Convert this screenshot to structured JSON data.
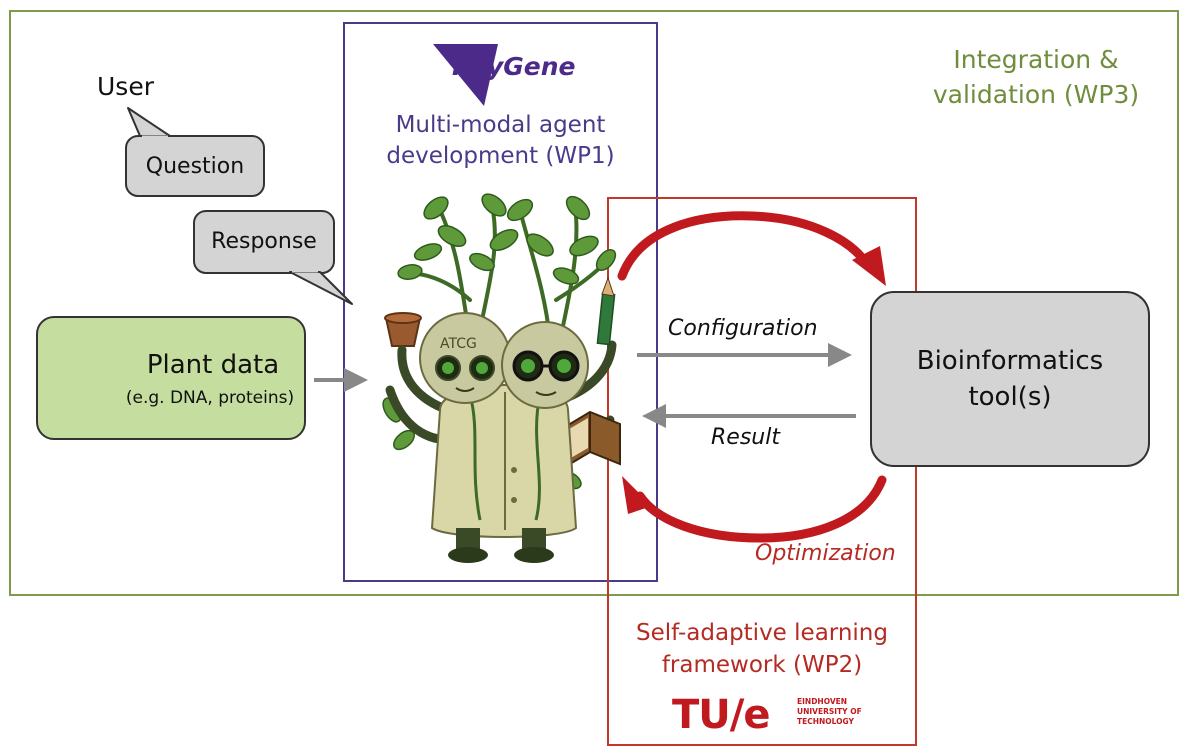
{
  "labels": {
    "wp3": "Integration & validation (WP3)",
    "wp1": "Multi-modal agent development (WP1)",
    "wp2": "Self-adaptive learning framework (WP2)",
    "user": "User",
    "question": "Question",
    "response": "Response",
    "plant_title": "Plant data",
    "plant_sub": "(e.g. DNA, proteins)",
    "bio": "Bioinformatics tool(s)",
    "configuration": "Configuration",
    "result": "Result",
    "optimization": "Optimization",
    "agent_text": "ATCG"
  },
  "logos": {
    "keygene": "KeyGene",
    "tue_main": "TU/e",
    "tue_sub": [
      "EINDHOVEN",
      "UNIVERSITY OF",
      "TECHNOLOGY"
    ]
  },
  "colors": {
    "wp3": "#7f9a4a",
    "wp1": "#4b3a8a",
    "wp2": "#c0392b",
    "plant_fill": "#c5dd9e",
    "tool_fill": "#d4d4d4",
    "arrow_gray": "#888888",
    "arrow_red": "#c0191e"
  },
  "icons": [
    "plant-sprout-icon",
    "plant-scientist-agent-icon",
    "keygene-logo",
    "tue-logo"
  ]
}
